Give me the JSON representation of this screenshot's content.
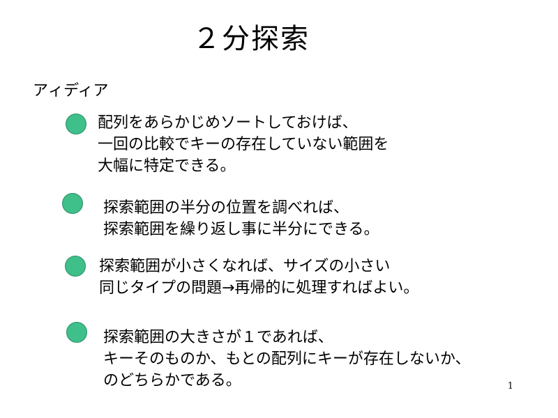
{
  "slide": {
    "title": "２分探索",
    "section_label": "アィディア",
    "page_number": "1",
    "bullet_color": "#3fbf8a",
    "points": [
      {
        "lines": [
          "配列をあらかじめソートしておけば、",
          "一回の比較でキーの存在していない範囲を",
          "大幅に特定できる。"
        ]
      },
      {
        "lines": [
          "探索範囲の半分の位置を調べれば、",
          "探索範囲を繰り返し事に半分にできる。"
        ]
      },
      {
        "lines": [
          "探索範囲が小さくなれば、サイズの小さい",
          "同じタイプの問題→再帰的に処理すればよい。"
        ]
      },
      {
        "lines": [
          "探索範囲の大きさが１であれば、",
          "キーそのものか、もとの配列にキーが存在しないか、",
          "のどちらかである。"
        ]
      }
    ]
  }
}
